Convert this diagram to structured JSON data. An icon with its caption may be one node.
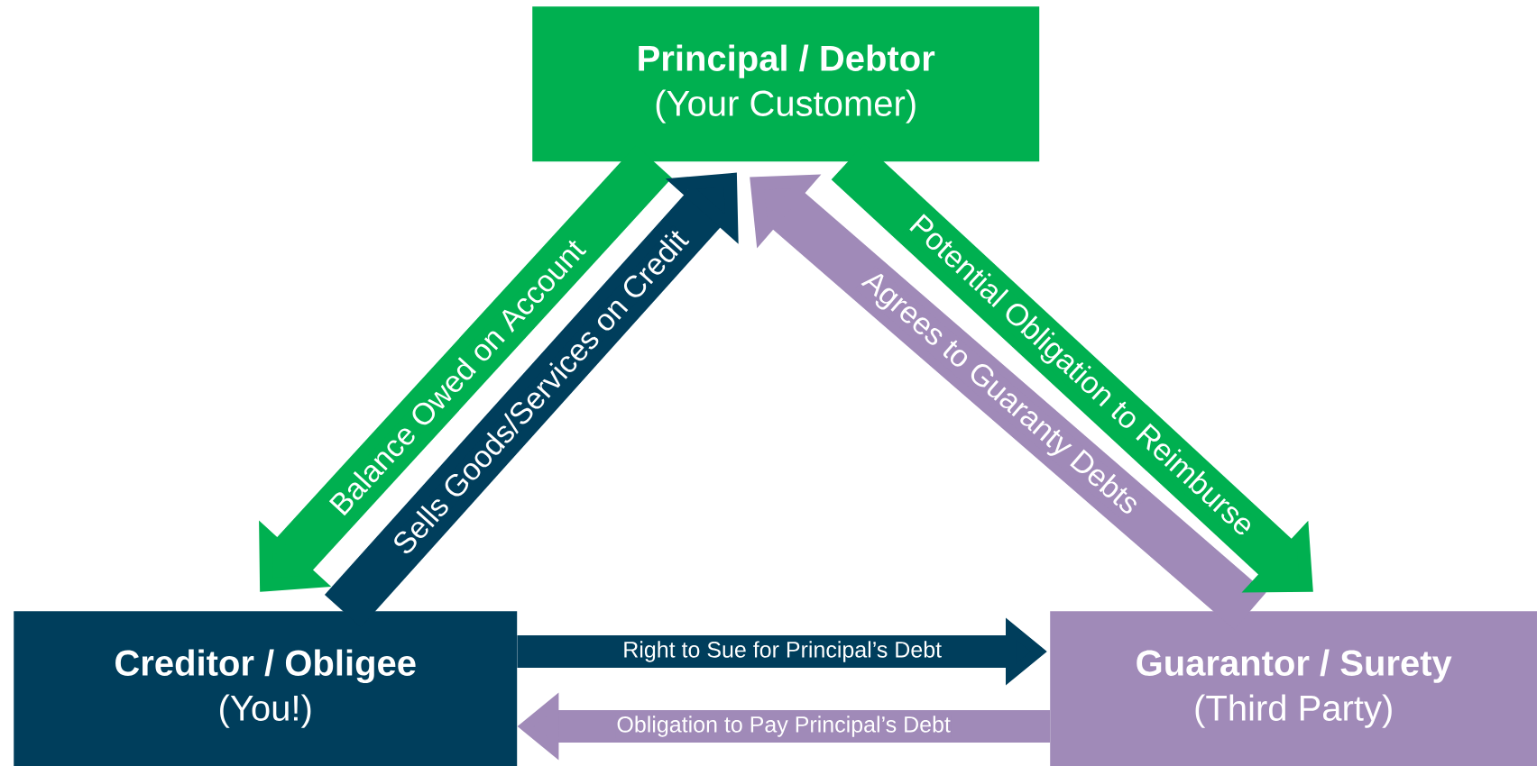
{
  "diagram": {
    "nodes": [
      {
        "text": [
          "Principal / Debtor",
          "(Your Customer)"
        ]
      },
      {
        "text": [
          "Creditor / Obligee",
          "(You!)"
        ]
      },
      {
        "text": [
          "Guarantor / Surety",
          "(Third Party)"
        ]
      }
    ],
    "edges": [
      {
        "from": 0,
        "to": 1,
        "arrow": "to",
        "label": "Balance Owed on Account",
        "color": "#00b050"
      },
      {
        "from": 1,
        "to": 0,
        "arrow": "to",
        "label": "Sells Goods/Services on Credit",
        "color": "#003e5c"
      },
      {
        "from": 2,
        "to": 0,
        "arrow": "to",
        "label": "Agrees to Guaranty Debts",
        "color": "#a08ab8"
      },
      {
        "from": 0,
        "to": 2,
        "arrow": "to",
        "label": "Potential Obligation to Reimburse",
        "color": "#00b050"
      },
      {
        "from": 1,
        "to": 2,
        "arrow": "to",
        "label": "Right to Sue for Principal’s Debt",
        "color": "#003e5c"
      },
      {
        "from": 2,
        "to": 1,
        "arrow": "to",
        "label": "Obligation to Pay Principal’s Debt",
        "color": "#a08ab8"
      }
    ]
  }
}
